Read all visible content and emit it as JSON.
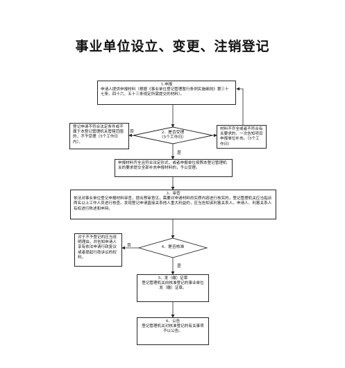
{
  "title": "事业单位设立、变更、注销登记",
  "steps": {
    "s1_title": "1.申报",
    "s1_body": "申请人提供申报材料（根据《事业单位登记管理暂行条例实施细则》第三十七条、四十六、五十三条规定所需提交的材料）。",
    "s2_title": "2．是否受理",
    "s2_sub": "（5个工作日）",
    "left_reject": "登记申请不符合法定条件或不属于本登记管理机关管辖范围的，不予受理（5个工作日内）。",
    "right_supplement": "材料不齐全或者不符合有关要求的，一次告知项目申报单位补充。（5个工作日）",
    "accept_note": "申报材料齐全且符合法定形式，或者申报单位按照本登记管理机关的要求提交全部补充申报材料的，予以受理。",
    "s3_title": "3．审查",
    "s3_body": "依法对事业单位登记申报材料审查，提出预审意见，需要对申请材料的实质内容进行核实的，登记管理机关应当指派两名以上工作人员进行核查。发现登记申请直接关系他人重大利益的，应当告知该利害关系人。申请人、利害关系人有权进行陈述和申辩。",
    "s4_title": "4．是否核准",
    "left_deny": "对于不予登记的应当说明理由，并告知申请人享有依法申请行政复议或者提起行政诉讼的权利。",
    "s5_title": "5．发（缴）证章",
    "s5_body": "登记管理机关向核准登记的事业单位发（缴）证章。",
    "s6_title": "6．公告",
    "s6_body": "登记管理机关对核准登记的有关事项予以公告。"
  },
  "labels": {
    "no": "否",
    "yes": "是"
  }
}
